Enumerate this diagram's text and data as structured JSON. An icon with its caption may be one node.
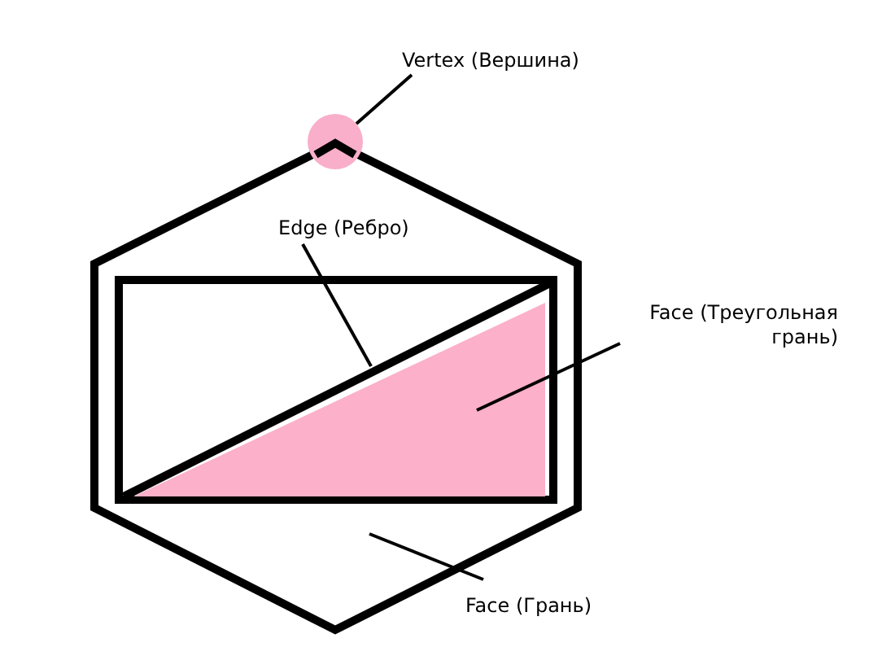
{
  "diagram": {
    "nodes": [
      {
        "text": [
          "Vertex (Вершина)"
        ]
      },
      {
        "text": [],
        "shape": "circle"
      },
      {
        "text": [
          "Edge (Ребро)"
        ]
      },
      {
        "text": [],
        "shape": "line"
      },
      {
        "text": [
          "Face (Треугольная грань)"
        ]
      },
      {
        "text": [],
        "shape": "triangle"
      },
      {
        "text": [
          "Face (Грань)"
        ]
      }
    ],
    "edges": [
      {
        "from": 0,
        "to": 1,
        "arrow": "none"
      },
      {
        "from": 2,
        "to": 3,
        "arrow": "none"
      },
      {
        "from": 4,
        "to": 5,
        "arrow": "none"
      },
      {
        "from": 6,
        "to": null,
        "arrow": "none"
      }
    ]
  }
}
